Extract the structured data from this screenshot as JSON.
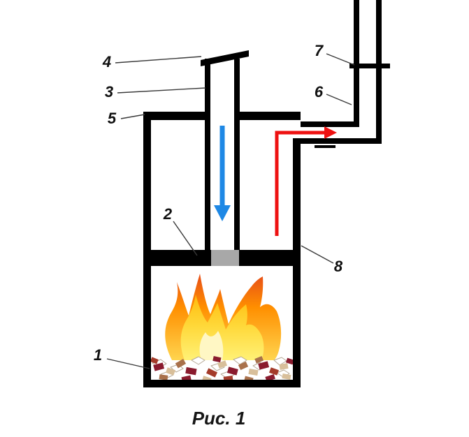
{
  "figure": {
    "caption": "Рис. 1"
  },
  "labels": {
    "fuel": "1",
    "piston": "2",
    "pipe": "3",
    "cap": "4",
    "lid": "5",
    "chimney": "6",
    "damper": "7",
    "body": "8"
  },
  "colors": {
    "structure": "#000000",
    "leader_line": "#3a3a3a",
    "air_arrow": "#1e88e5",
    "exhaust_arrow": "#ee1111",
    "disc_gray": "#a8a8a8",
    "flame_outer_tip": "#e64a19",
    "flame_outer_mid": "#ff8f00",
    "flame_outer_base": "#ffd54f",
    "flame_inner_top": "#ffb300",
    "flame_inner_mid": "#ffd93b",
    "flame_inner_base": "#fff176",
    "flame_core": "#fff7c4"
  }
}
